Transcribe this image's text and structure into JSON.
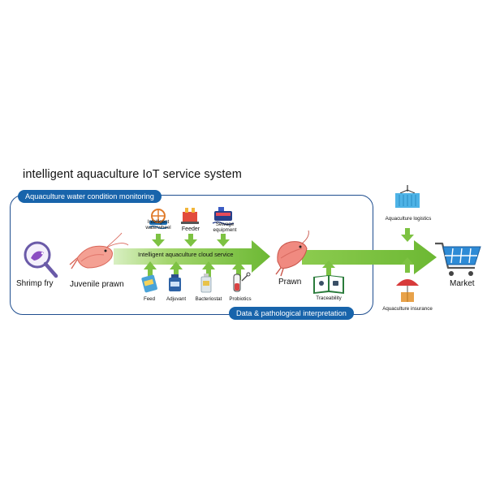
{
  "title": "intelligent aquaculture IoT service system",
  "monitoring_label": "Aquaculture water condition monitoring",
  "data_label": "Data & pathological  interpretation",
  "cloud_label": "Intelligent aquaculture cloud service",
  "stages": {
    "shrimp_fry": "Shrimp fry",
    "juvenile_prawn": "Juvenile prawn",
    "prawn": "Prawn",
    "market": "Market"
  },
  "top_inputs": {
    "waterwheel_line1": "Intelligent",
    "waterwheel_line2": "waterwheel",
    "feeder": "Feeder",
    "sewage_line1": "Sewage",
    "sewage_line2": "equipment"
  },
  "bottom_inputs": {
    "feed": "Feed",
    "adjuvant": "Adjuvant",
    "bacteriostat": "Bacteriostat",
    "probiotics": "Probiotics"
  },
  "traceability": "Traceability",
  "logistics": "Aquaculture logistics",
  "insurance": "Aquaculture insurance",
  "colors": {
    "arrow_green": "#7dc242",
    "frame_blue": "#1f4e8f",
    "pill_blue": "#1864ab",
    "prawn_pink": "#f08a80"
  },
  "icons": [
    "magnifier-shrimp-icon",
    "prawn-icon",
    "waterwheel-icon",
    "feeder-icon",
    "sewage-icon",
    "feed-icon",
    "adjuvant-icon",
    "bacteriostat-icon",
    "probiotics-icon",
    "book-icon",
    "container-icon",
    "insurance-umbrella-icon",
    "shopping-cart-icon"
  ]
}
